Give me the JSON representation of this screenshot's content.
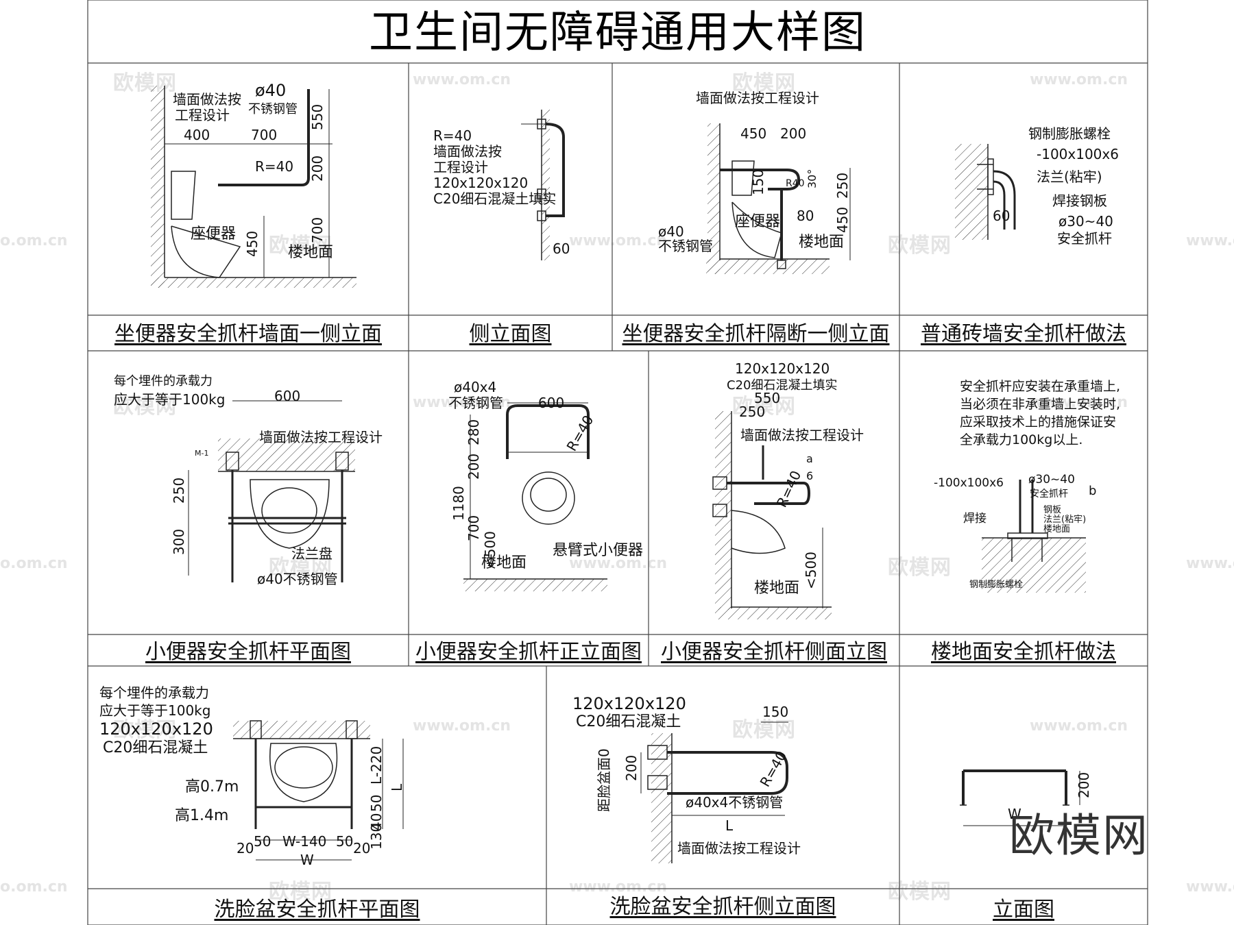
{
  "title": "卫生间无障碍通用大样图",
  "watermark": {
    "brand": "欧模网",
    "site": "www.om.cn",
    "edge": ".om.cn",
    "edge_left": "o.om.cn"
  },
  "logo_text": "欧模网",
  "captions": [
    "坐便器安全抓杆墙面一侧立面",
    "侧立面图",
    "坐便器安全抓杆隔断一侧立面",
    "普通砖墙安全抓杆做法",
    "小便器安全抓杆平面图",
    "小便器安全抓杆正立面图",
    "小便器安全抓杆侧面立图",
    "楼地面安全抓杆做法",
    "洗脸盆安全抓杆平面图",
    "洗脸盆安全抓杆侧立面图",
    "立面图"
  ],
  "labels": {
    "p1": {
      "wall1": "墙面做法按",
      "wall2": "工程设计",
      "pipe": "ø40",
      "pipe2": "不锈钢管",
      "d400": "400",
      "d700": "700",
      "d550": "550",
      "d200": "200",
      "d700v": "700",
      "d450": "450",
      "r": "R=40",
      "toilet": "座便器",
      "floor": "楼地面"
    },
    "p2": {
      "r": "R=40",
      "w1": "墙面做法按",
      "w2": "工程设计",
      "w3": "120x120x120",
      "w4": "C20细石混凝土填实",
      "d60": "60"
    },
    "p3": {
      "wall": "墙面做法按工程设计",
      "d450": "450",
      "d200": "200",
      "d150": "150",
      "r": "R40",
      "a": "30°",
      "d250": "250",
      "d450v": "450",
      "d80": "80",
      "toilet": "座便器",
      "pipe1": "ø40",
      "pipe2": "不锈钢管",
      "floor": "楼地面"
    },
    "p4": {
      "l1": "钢制膨胀螺栓",
      "l2": "-100x100x6",
      "l3": "法兰(粘牢)",
      "l4": "焊接钢板",
      "l5": "ø30~40",
      "l6": "安全抓杆",
      "d60": "60"
    },
    "p5": {
      "n1": "每个埋件的承载力",
      "n2": "应大于等于100kg",
      "d600": "600",
      "wall": "墙面做法按工程设计",
      "d250": "250",
      "d300": "300",
      "flange": "法兰盘",
      "pipe": "ø40不锈钢管",
      "tag": "M-1"
    },
    "p6": {
      "pipe1": "ø40x4",
      "pipe2": "不锈钢管",
      "d600": "600",
      "d280": "280",
      "d200": "200",
      "d1180": "1180",
      "d700": "700",
      "d500": "<500",
      "r": "R=40",
      "floor": "楼地面",
      "urinal": "悬臂式小便器"
    },
    "p7": {
      "c1": "120x120x120",
      "c2": "C20细石混凝土填实",
      "d550": "550",
      "d250": "250",
      "wall": "墙面做法按工程设计",
      "tag_a": "a",
      "tag_b": "6",
      "r": "R=40",
      "floor": "楼地面",
      "d500": "<500"
    },
    "p8": {
      "n1": "安全抓杆应安装在承重墙上,",
      "n2": "当必须在非承重墙上安装时,",
      "n3": "应采取技术上的措施保证安",
      "n4": "全承载力100kg以上.",
      "l1": "-100x100x6",
      "l2": "ø30~40",
      "l3": "安全抓杆",
      "l4": "焊接",
      "l5": "钢板",
      "l6": "法兰(粘牢)",
      "l7": "楼地面",
      "l8": "钢制膨胀螺栓",
      "b": "b"
    },
    "p9": {
      "n1": "每个埋件的承载力",
      "n2": "应大于等于100kg",
      "c1": "120x120x120",
      "c2": "C20细石混凝土",
      "h1": "高0.7m",
      "h2": "高1.4m",
      "d50a": "50",
      "dw140": "W-140",
      "d50b": "50",
      "d20a": "20",
      "d20b": "20",
      "dw": "W",
      "dl220": "L-220",
      "dl": "L",
      "d50v": "50",
      "d40v": "40",
      "d130": "130"
    },
    "p10": {
      "c1": "120x120x120",
      "c2": "C20细石混凝土",
      "d150": "150",
      "d200": "200",
      "dist": "距脸盆面0",
      "r": "R=40",
      "pipe": "ø40x4不锈钢管",
      "dl": "L",
      "wall": "墙面做法按工程设计"
    },
    "p11": {
      "d200": "200",
      "dw": "W"
    }
  }
}
